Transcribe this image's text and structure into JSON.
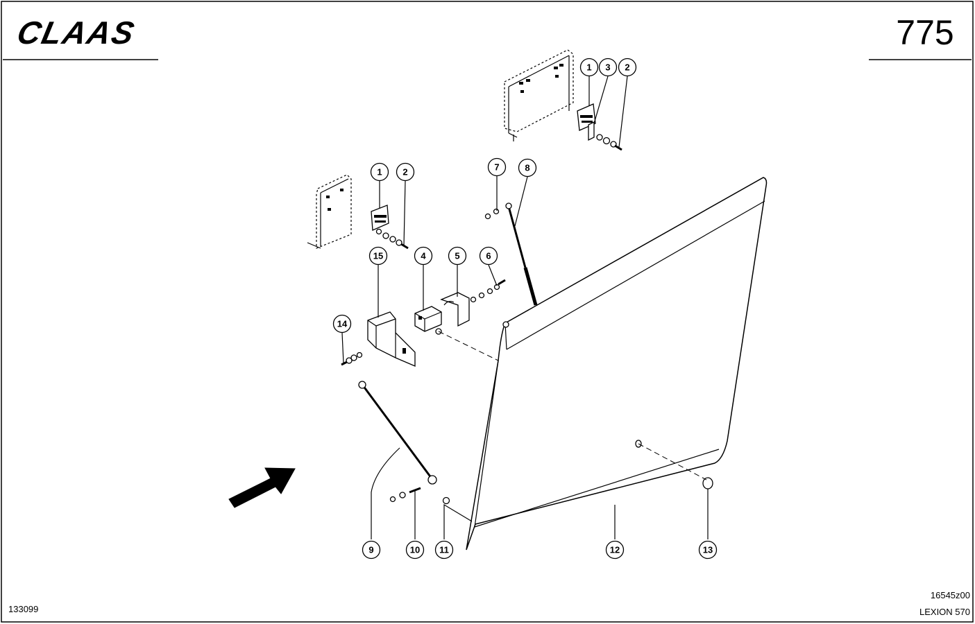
{
  "header": {
    "brand": "CLAAS",
    "page_number": "775"
  },
  "footer": {
    "doc_number": "133099",
    "drawing_number": "16545z00",
    "model": "LEXION 570"
  },
  "callouts": [
    {
      "id": "c1a",
      "label": "1"
    },
    {
      "id": "c3a",
      "label": "3"
    },
    {
      "id": "c2a",
      "label": "2"
    },
    {
      "id": "c1b",
      "label": "1"
    },
    {
      "id": "c2b",
      "label": "2"
    },
    {
      "id": "c7",
      "label": "7"
    },
    {
      "id": "c8",
      "label": "8"
    },
    {
      "id": "c15",
      "label": "15"
    },
    {
      "id": "c4",
      "label": "4"
    },
    {
      "id": "c5",
      "label": "5"
    },
    {
      "id": "c6",
      "label": "6"
    },
    {
      "id": "c14",
      "label": "14"
    },
    {
      "id": "c9",
      "label": "9"
    },
    {
      "id": "c10",
      "label": "10"
    },
    {
      "id": "c11",
      "label": "11"
    },
    {
      "id": "c12",
      "label": "12"
    },
    {
      "id": "c13",
      "label": "13"
    }
  ]
}
